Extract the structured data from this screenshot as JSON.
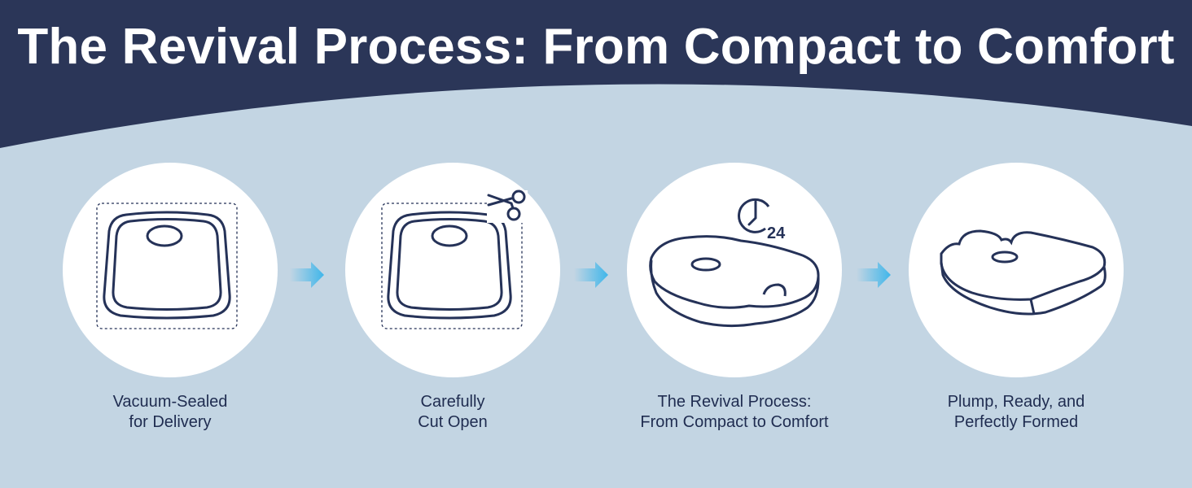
{
  "header": {
    "title": "The Revival Process: From Compact to Comfort",
    "background_color": "#2b3658",
    "title_color": "#ffffff"
  },
  "canvas": {
    "background_color": "#c3d5e3"
  },
  "steps": [
    {
      "label": "Vacuum-Sealed\nfor Delivery",
      "icon": "vacuum-sealed-cushion-icon"
    },
    {
      "label": "Carefully\nCut Open",
      "icon": "cut-open-cushion-icon"
    },
    {
      "label": "The Revival Process:\nFrom Compact to Comfort",
      "icon": "expanding-cushion-icon",
      "timer_label": "24"
    },
    {
      "label": "Plump, Ready, and\nPerfectly Formed",
      "icon": "formed-cushion-icon"
    }
  ],
  "arrow_color": "#3fb6ea",
  "line_color": "#253258"
}
